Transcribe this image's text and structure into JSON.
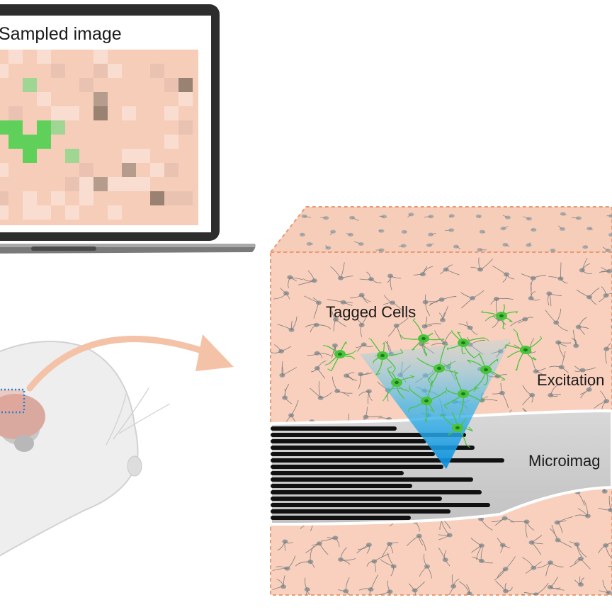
{
  "screen": {
    "title": "Sampled image",
    "pixel_colors": {
      "bg": "#f6cdb8",
      "green": "#5fd15a",
      "green_light": "#9fd693",
      "dark": "#b59c8c",
      "darker": "#9a8272",
      "light": "#f9ddd0"
    }
  },
  "labels": {
    "tagged_cells": "Tagged Cells",
    "excitation": "Excitation",
    "microimager": "Microimag"
  },
  "colors": {
    "tissue": "#f8d3c1",
    "tissue_front": "#f9d0bd",
    "arrow": "#f4c2a6",
    "probe": "#cfcfcf",
    "fiber": "#111111",
    "beam_top": "#7fd3e6",
    "beam_bottom": "#1aa6e8",
    "cell_green": "#49c43c",
    "mouse_body": "#eeeeee",
    "brain": "#d9a99f",
    "laptop_frame": "#2d2d2d"
  }
}
